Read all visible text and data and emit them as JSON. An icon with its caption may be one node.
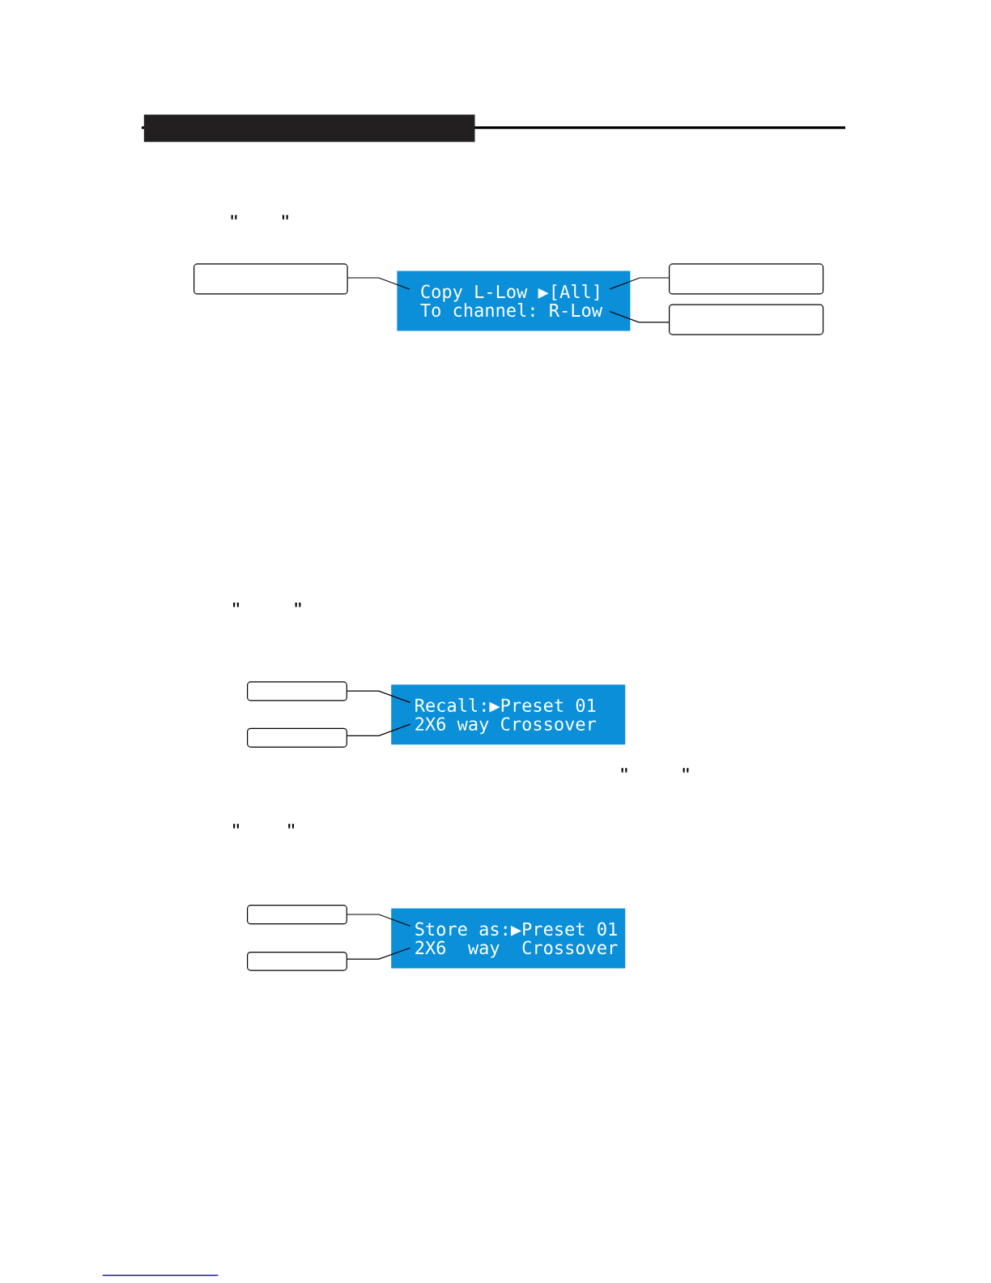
{
  "diagram": {
    "nodes": [
      {
        "text": [],
        "shape": "box"
      },
      {
        "text": [
          "Copy L-Low ▶[All]",
          "To channel: R-Low"
        ]
      },
      {
        "text": [],
        "shape": "box"
      },
      {
        "text": [],
        "shape": "box"
      },
      {
        "text": [],
        "shape": "box"
      },
      {
        "text": [
          "Recall:▶Preset 01",
          "2X6 way Crossover"
        ]
      },
      {
        "text": [],
        "shape": "box"
      },
      {
        "text": [],
        "shape": "box"
      },
      {
        "text": [
          "Store as:▶Preset 01",
          "2X6  way  Crossover"
        ]
      },
      {
        "text": [],
        "shape": "box"
      }
    ],
    "edges": [
      {
        "from": 0,
        "to": 1,
        "arrow": "none"
      },
      {
        "from": 2,
        "to": 1,
        "arrow": "none"
      },
      {
        "from": 3,
        "to": 1,
        "arrow": "none"
      },
      {
        "from": 4,
        "to": 5,
        "arrow": "none"
      },
      {
        "from": 6,
        "to": 5,
        "arrow": "none"
      },
      {
        "from": 7,
        "to": 8,
        "arrow": "none"
      },
      {
        "from": 9,
        "to": 8,
        "arrow": "none"
      }
    ],
    "labels": [
      "\"",
      "\"",
      "\"",
      "\"",
      "\"",
      "\"",
      "\"",
      "\""
    ]
  }
}
